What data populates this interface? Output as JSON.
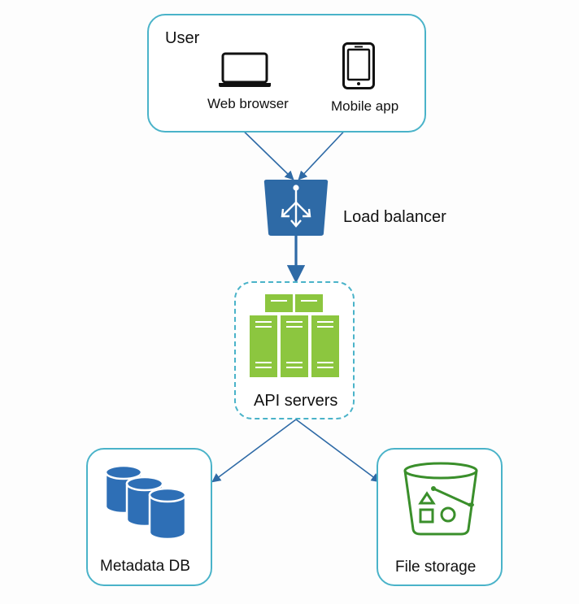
{
  "diagram": {
    "colors": {
      "border": "#4ab3c9",
      "arrow": "#2e6aa6",
      "lb_blue": "#2e6aa6",
      "server_green": "#8cc63f",
      "db_blue": "#2e6fb6",
      "storage_green": "#3a8f2b"
    },
    "user_group": {
      "title": "User"
    },
    "web_browser": {
      "label": "Web browser",
      "icon": "laptop-icon"
    },
    "mobile_app": {
      "label": "Mobile app",
      "icon": "smartphone-icon"
    },
    "load_balancer": {
      "label": "Load balancer",
      "icon": "load-balancer-icon"
    },
    "api_servers": {
      "label": "API servers",
      "icon": "server-rack-icon"
    },
    "metadata_db": {
      "label": "Metadata DB",
      "icon": "database-icon"
    },
    "file_storage": {
      "label": "File storage",
      "icon": "storage-bucket-icon"
    }
  }
}
